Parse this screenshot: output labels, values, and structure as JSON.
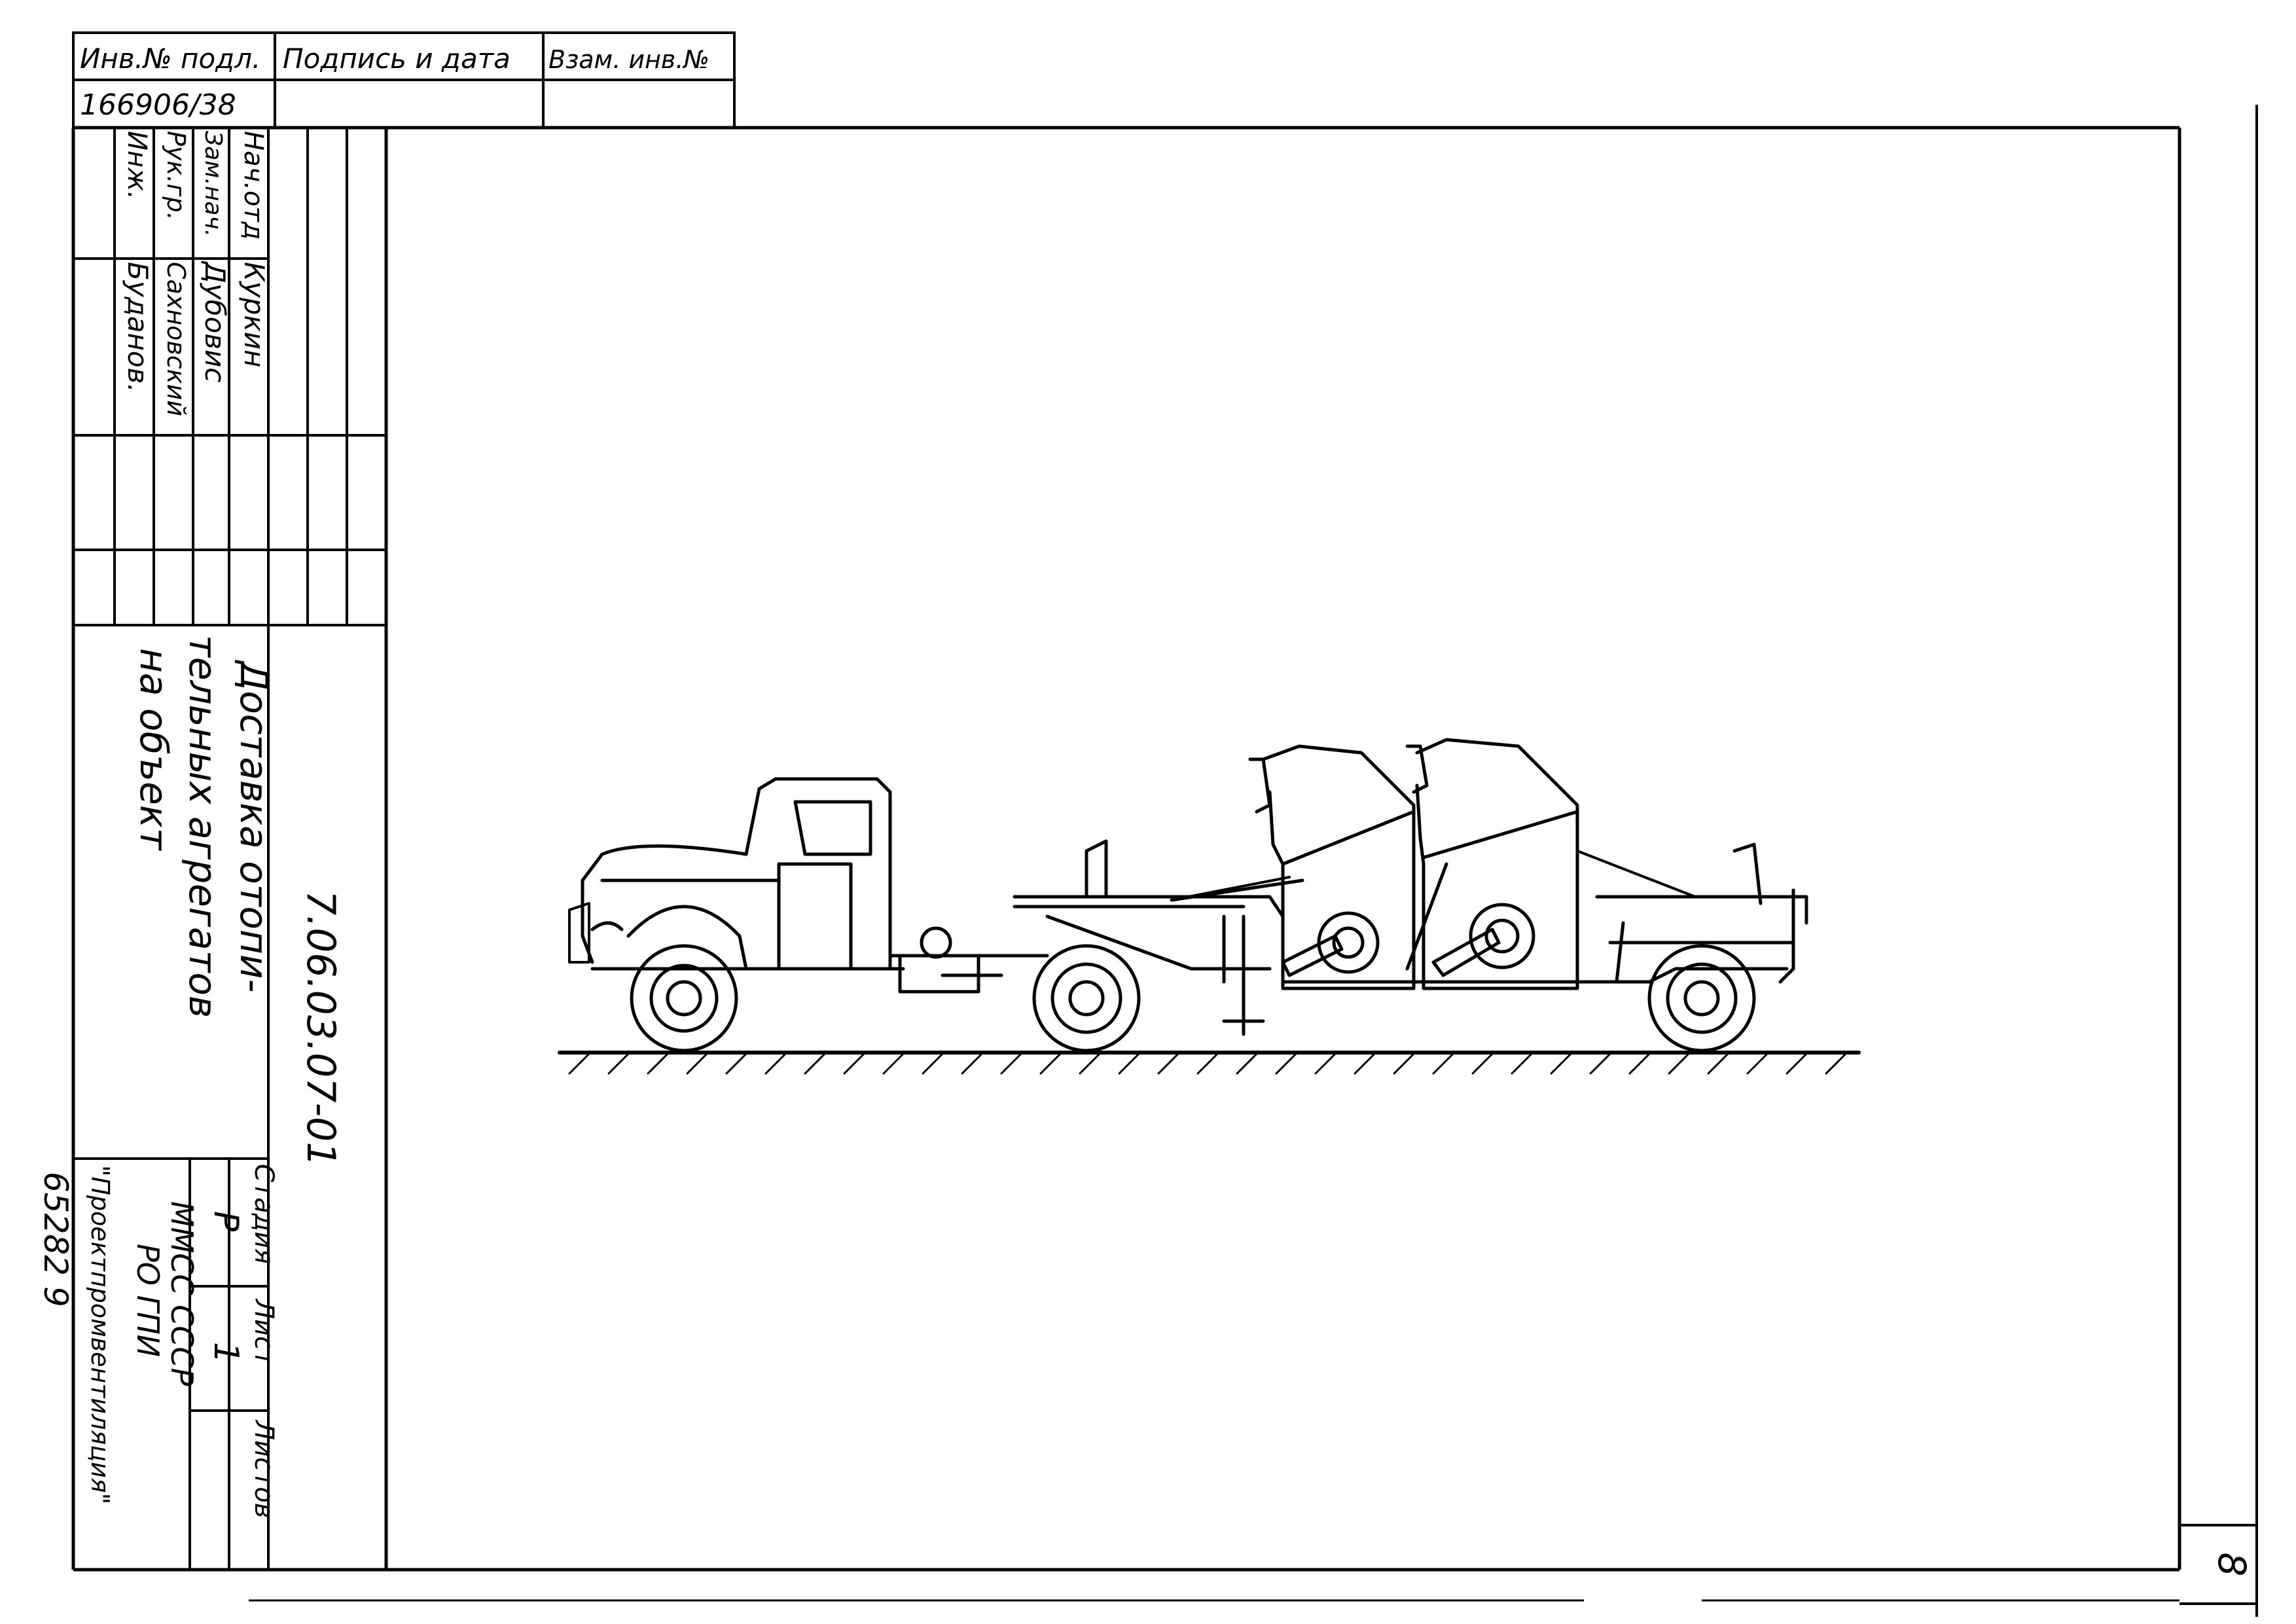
{
  "stamp": {
    "inv_podl_label": "Инв.№ подл.",
    "podpis_data_label": "Подпись и дата",
    "vzam_inv_label": "Взам. инв.№",
    "inv_podl_value": "166906/38"
  },
  "signatures": [
    {
      "role": "Нач.отд",
      "name": "Куркин"
    },
    {
      "role": "Зам.нач.",
      "name": "Дубовис"
    },
    {
      "role": "Рук.гр.",
      "name": "Сахновский"
    },
    {
      "role": "Инж.",
      "name": "Буданов."
    }
  ],
  "title": {
    "line1": "Доставка отопи-",
    "line2": "тельных агрегатов",
    "line3": "на объект"
  },
  "doc_code": "7.06.03.07-01",
  "sheet_info": {
    "stage_label": "Стадия",
    "sheet_label": "Лист",
    "sheets_label": "Листов",
    "stage_value": "Р",
    "sheet_value": "1"
  },
  "organization": {
    "line1": "ММСС СССР",
    "line2": "РО ГПИ",
    "line3": "\"Проектпромвентиляция\""
  },
  "archive_number": "65282 9",
  "page_number": "8"
}
